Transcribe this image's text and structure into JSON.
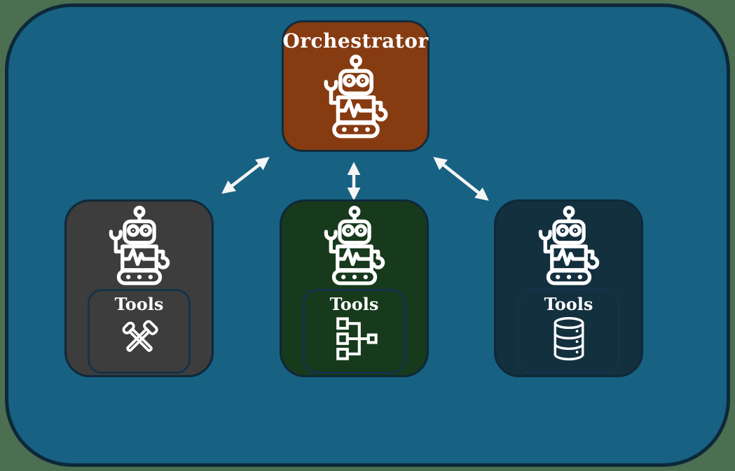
{
  "page": {
    "background_color": "#4C6E51",
    "panel_fill": "#176183",
    "panel_border": "#0D2838"
  },
  "orchestrator": {
    "label": "Orchestrator",
    "fill": "#863B11",
    "icon": "robot-icon"
  },
  "arrows": [
    {
      "name": "orchestrator-to-left-agent",
      "direction": "bidirectional",
      "color": "#F5F5F5"
    },
    {
      "name": "orchestrator-to-middle-agent",
      "direction": "bidirectional",
      "color": "#F5F5F5"
    },
    {
      "name": "orchestrator-to-right-agent",
      "direction": "bidirectional",
      "color": "#F5F5F5"
    }
  ],
  "agents": [
    {
      "name": "left-agent",
      "fill": "#3D3D3D",
      "robot_icon": "robot-icon",
      "tools": {
        "label": "Tools",
        "icon": "crossed-hammers-icon"
      }
    },
    {
      "name": "middle-agent",
      "fill": "#17391C",
      "robot_icon": "robot-icon",
      "tools": {
        "label": "Tools",
        "icon": "flowchart-icon"
      }
    },
    {
      "name": "right-agent",
      "fill": "#13303F",
      "robot_icon": "robot-icon",
      "tools": {
        "label": "Tools",
        "icon": "database-icon"
      }
    }
  ]
}
